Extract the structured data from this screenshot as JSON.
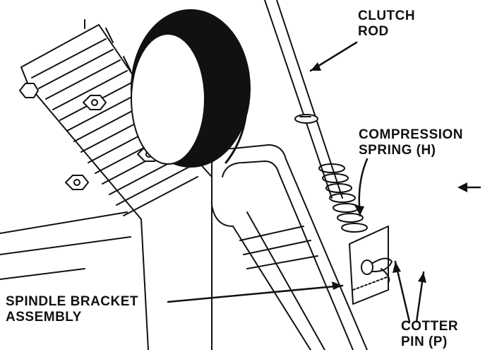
{
  "labels": {
    "clutch_rod": [
      "CLUTCH",
      "ROD"
    ],
    "compression_spring": [
      "COMPRESSION",
      "SPRING (H)"
    ],
    "spindle_bracket": [
      "SPINDLE BRACKET",
      "ASSEMBLY"
    ],
    "cotter_pin": [
      "COTTER",
      "PIN (P)"
    ]
  },
  "colors": {
    "ink": "#111111",
    "paper": "#ffffff"
  }
}
